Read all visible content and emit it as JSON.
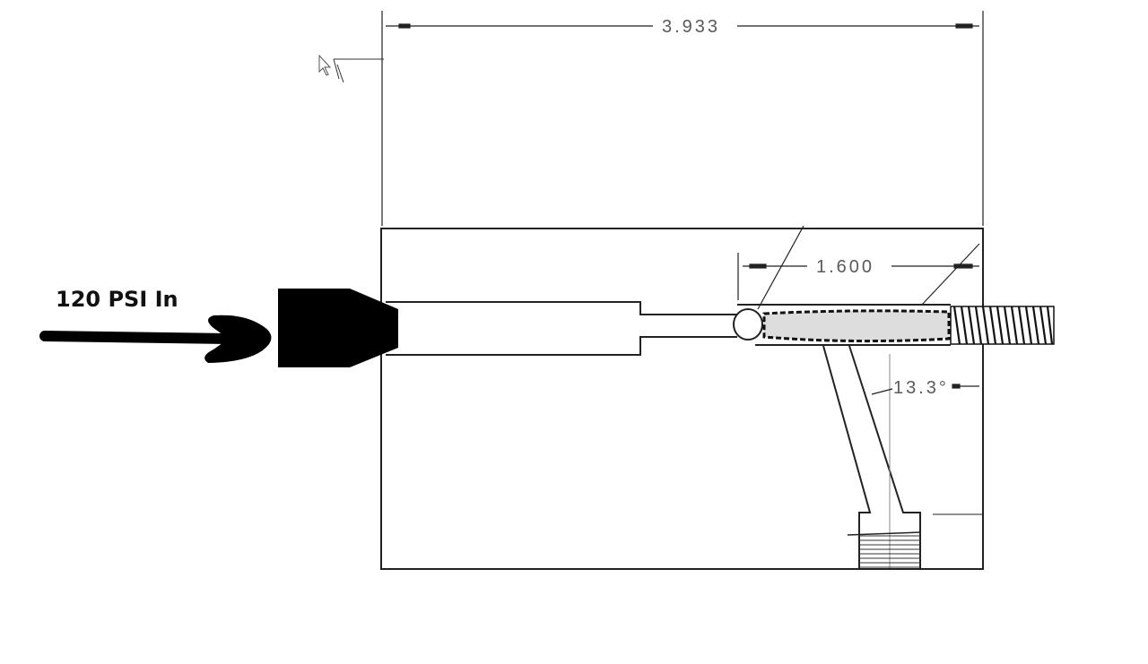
{
  "diagram": {
    "inlet_label": "120 PSI In",
    "dimensions": {
      "overall_width": "3.933",
      "thread_length": "1.600",
      "angle": "13.3°"
    },
    "colors": {
      "line": "#111111",
      "dimension_text": "#5a5a5a"
    }
  }
}
